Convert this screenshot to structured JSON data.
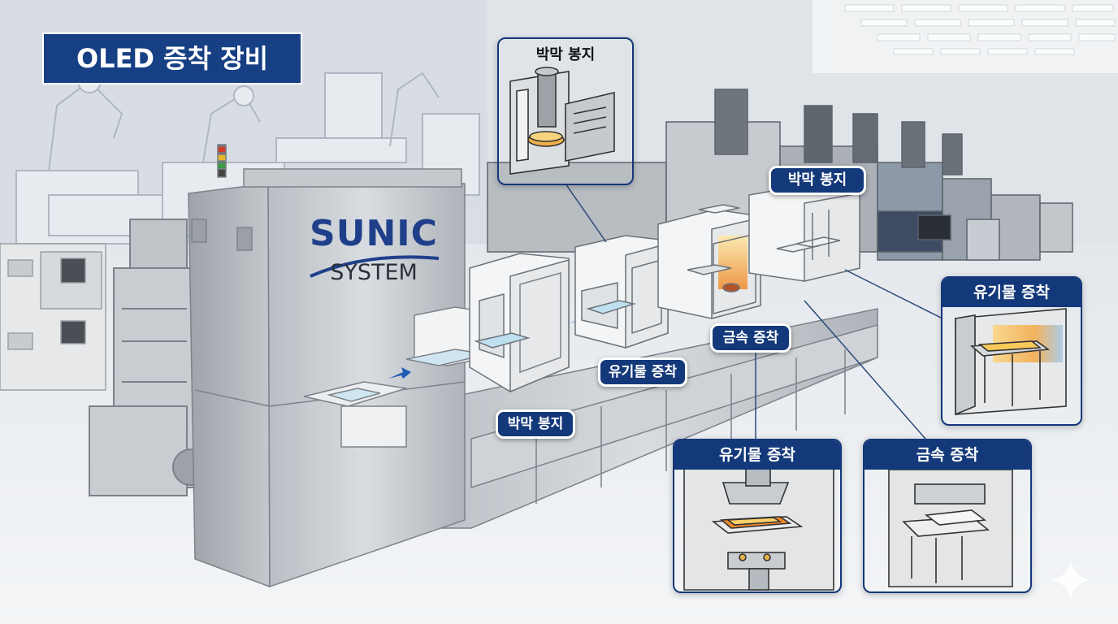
{
  "title": "OLED 증착 장비",
  "brand": {
    "line1": "SUNIC",
    "line2": "SYSTEM"
  },
  "line_labels": {
    "encapsulation_top": "박막 봉지",
    "encapsulation_bottom": "박막 봉지",
    "organic": "유기물 증착",
    "metal": "금속 증착"
  },
  "callouts": {
    "encapsulation": "박막 봉지",
    "organic_right": "유기물 증착",
    "organic_bottom": "유기물 증착",
    "metal_bottom": "금속 증착"
  },
  "colors": {
    "navy": "#14397a",
    "steel": "#c9cdd2",
    "floor": "#eef1f4",
    "glow": "#f4a53a"
  }
}
